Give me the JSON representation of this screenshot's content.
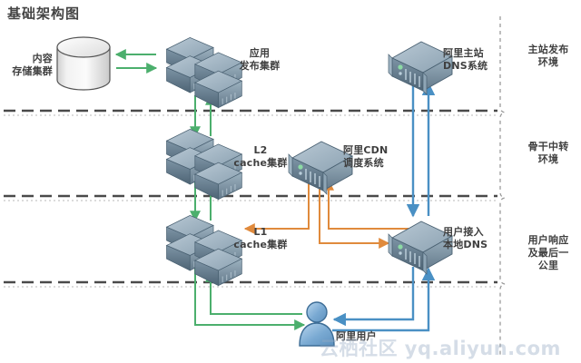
{
  "title": "基础架构图",
  "watermark": "云栖社区 yq.aliyun.com",
  "nodes": {
    "storage": "内容\n存储集群",
    "app_cluster": "应用\n发布集群",
    "main_dns": "阿里主站\nDNS系统",
    "l2_cache": "L2\ncache集群",
    "cdn_schedule": "阿里CDN\n调度系统",
    "l1_cache": "L1\ncache集群",
    "local_dns": "用户接入\n本地DNS",
    "user": "阿里用户"
  },
  "zones": [
    {
      "label": "主站发布\n环境"
    },
    {
      "label": "骨干中转\n环境"
    },
    {
      "label": "用户响应\n及最后一\n公里"
    }
  ],
  "colors": {
    "green_arrow": "#4caf6d",
    "orange_arrow": "#e08a3c",
    "blue_arrow": "#4a90c4",
    "divider": "#4a4a4a",
    "bracket": "#9a9a9a",
    "server_body": "#7e97a8",
    "server_top": "#9fb4c2",
    "server_side": "#5f7889",
    "text": "#3f3f3f"
  }
}
